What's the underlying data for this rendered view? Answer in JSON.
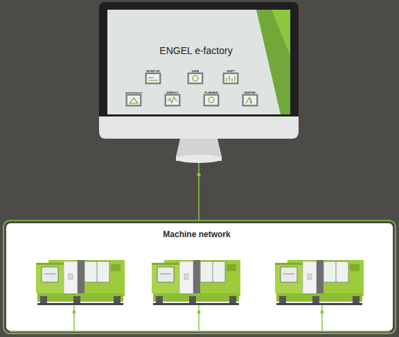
{
  "diagram": {
    "nodes": [
      {
        "text": [
          "ENGEL e-factory"
        ]
      },
      {
        "text": [
          "Machine network"
        ]
      }
    ],
    "edges": [
      {
        "from": 0,
        "to": 1,
        "arrow": "none"
      }
    ],
    "labels": [
      "MONITOR",
      "DATA",
      "SHIFT",
      "maintenance",
      "ENERGY",
      "PLANNER",
      "INSPIRE"
    ]
  }
}
